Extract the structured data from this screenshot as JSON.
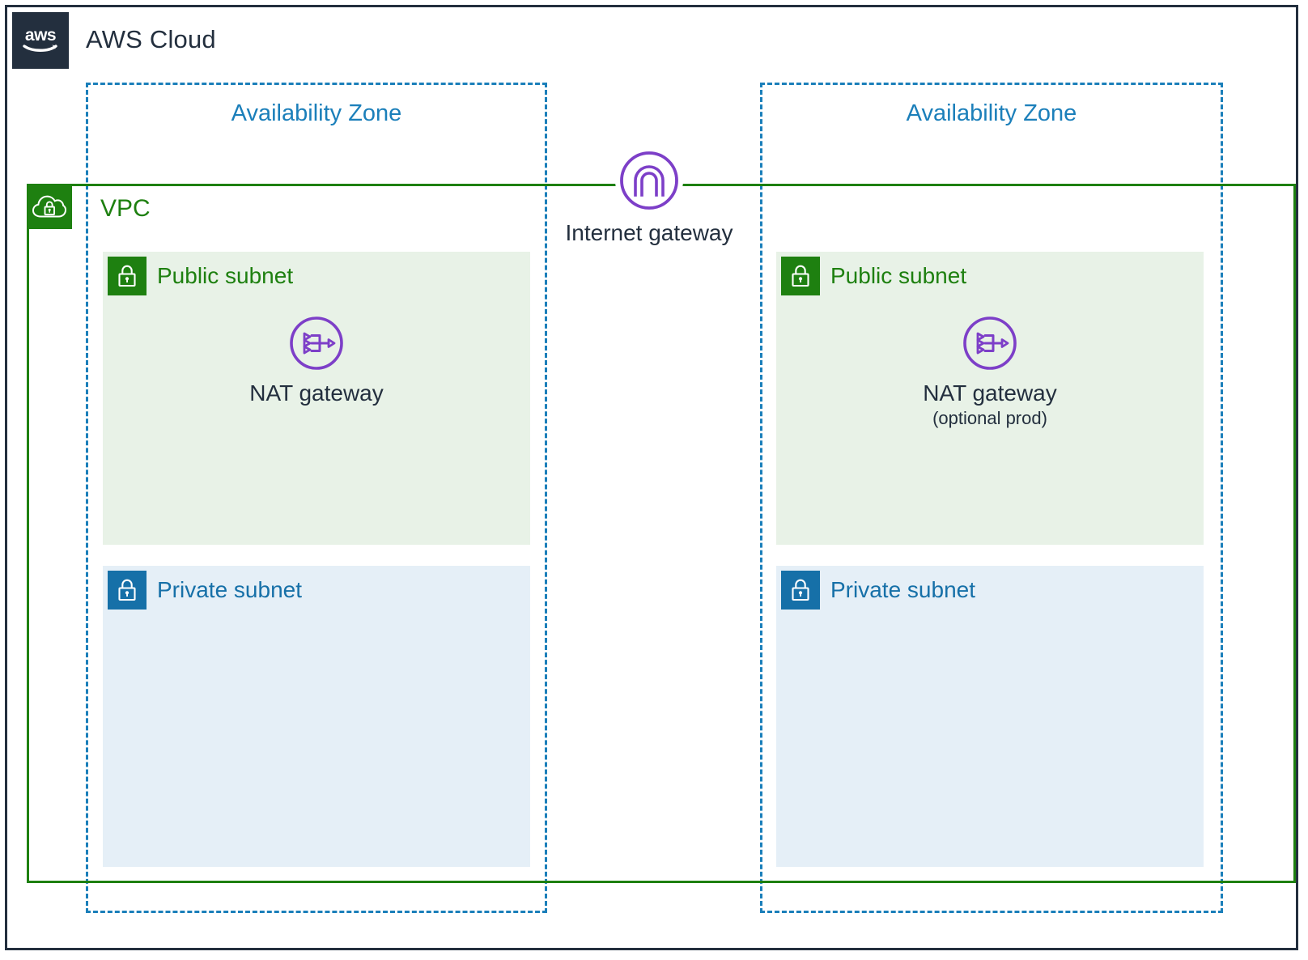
{
  "cloud": {
    "title": "AWS Cloud",
    "logo_icon": "aws-logo-icon",
    "border_color": "#232F3E"
  },
  "vpc": {
    "title": "VPC",
    "icon": "vpc-cloud-lock-icon",
    "color": "#1E8010"
  },
  "availability_zones": [
    {
      "label": "Availability Zone",
      "color": "#1B7FBA",
      "subnets": [
        {
          "type": "public",
          "label": "Public subnet",
          "icon": "lock-icon",
          "color": "#1E8010",
          "background": "#E8F2E7",
          "resources": [
            {
              "label": "NAT gateway",
              "sublabel": "",
              "icon": "nat-gateway-icon",
              "icon_color": "#7D3FC8"
            }
          ]
        },
        {
          "type": "private",
          "label": "Private subnet",
          "icon": "lock-icon",
          "color": "#1670A8",
          "background": "#E5EFF7",
          "resources": []
        }
      ]
    },
    {
      "label": "Availability Zone",
      "color": "#1B7FBA",
      "subnets": [
        {
          "type": "public",
          "label": "Public subnet",
          "icon": "lock-icon",
          "color": "#1E8010",
          "background": "#E8F2E7",
          "resources": [
            {
              "label": "NAT gateway",
              "sublabel": "(optional prod)",
              "icon": "nat-gateway-icon",
              "icon_color": "#7D3FC8"
            }
          ]
        },
        {
          "type": "private",
          "label": "Private subnet",
          "icon": "lock-icon",
          "color": "#1670A8",
          "background": "#E5EFF7",
          "resources": []
        }
      ]
    }
  ],
  "internet_gateway": {
    "label": "Internet gateway",
    "icon": "internet-gateway-icon",
    "icon_color": "#7D3FC8"
  }
}
